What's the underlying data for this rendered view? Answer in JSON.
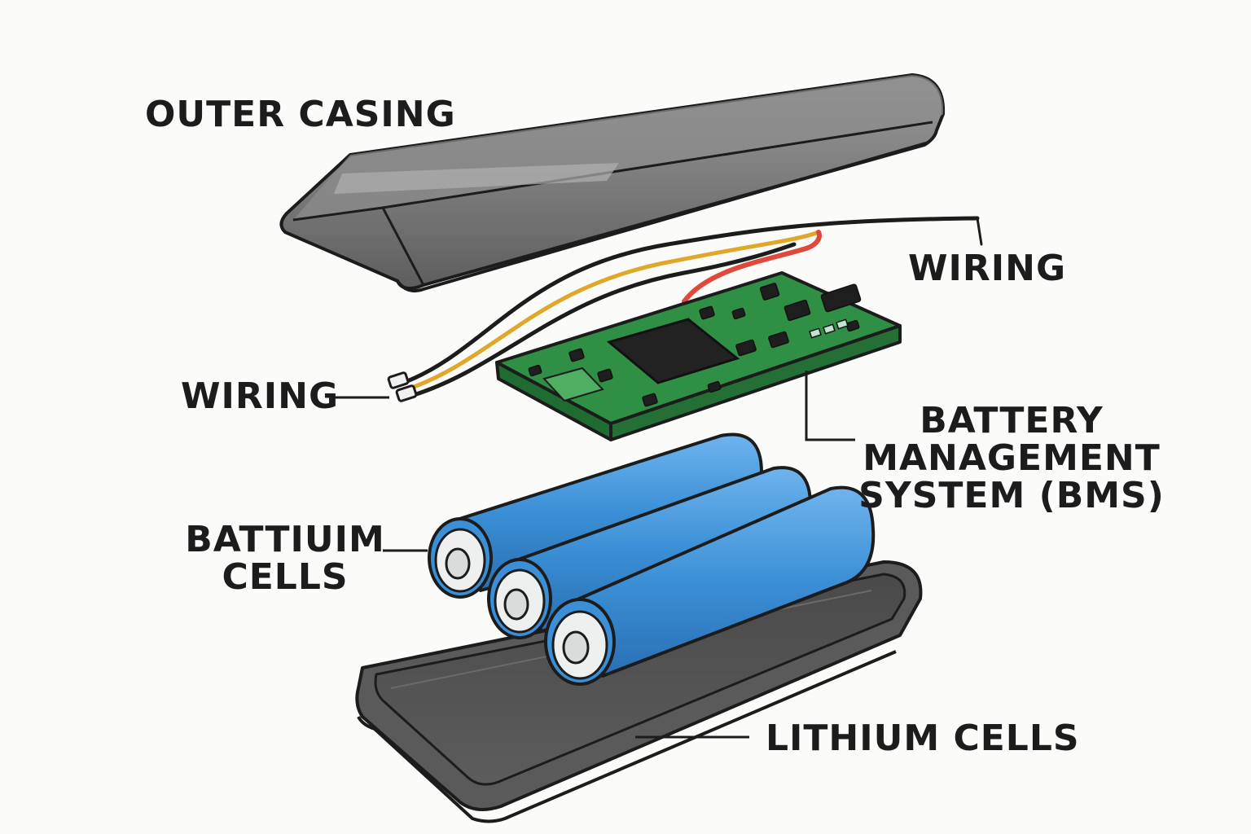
{
  "labels": {
    "outer_casing": "OUTER CASING",
    "wiring_top": "WIRING",
    "wiring_left": "WIRING",
    "bms": [
      "BATTERY",
      "MANAGEMENT",
      "SYSTEM (BMS)"
    ],
    "battium_cells": [
      "BATTIUIM",
      "CELLS"
    ],
    "lithium_cells": "LITHIUM CELLS"
  },
  "colors": {
    "casing": "#6f6f6f",
    "casing_light": "#8a8a8a",
    "pcb": "#2f8f45",
    "cell": "#3b8fd6",
    "wire_red": "#e0483a",
    "wire_yellow": "#e0a72a",
    "outline": "#1c1c1c"
  }
}
